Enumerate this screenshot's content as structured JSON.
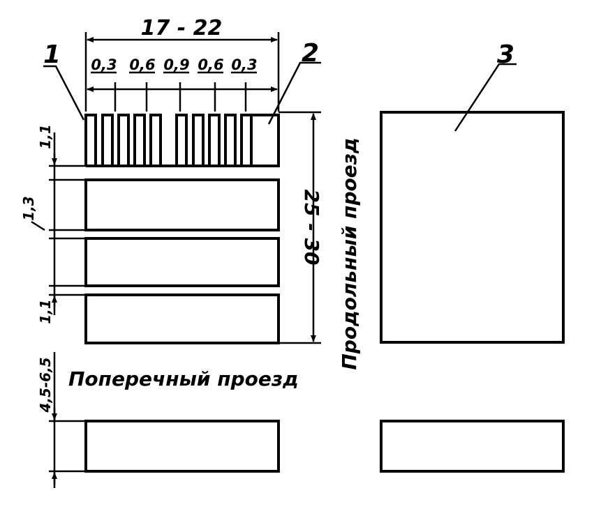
{
  "dimensions": {
    "overall_width": "17 - 22",
    "gaps": [
      "0,3",
      "0,6",
      "0,9",
      "0,6",
      "0,3"
    ],
    "top_gap": "1,1",
    "middle_gap": "1,3",
    "bottom_gap": "1,1",
    "height": "25 - 30",
    "cross_passage_width": "4,5-6,5"
  },
  "callouts": {
    "one": "1",
    "two": "2",
    "three": "3"
  },
  "labels": {
    "longitudinal_passage": "Продольный проезд",
    "cross_passage": "Поперечный проезд"
  }
}
